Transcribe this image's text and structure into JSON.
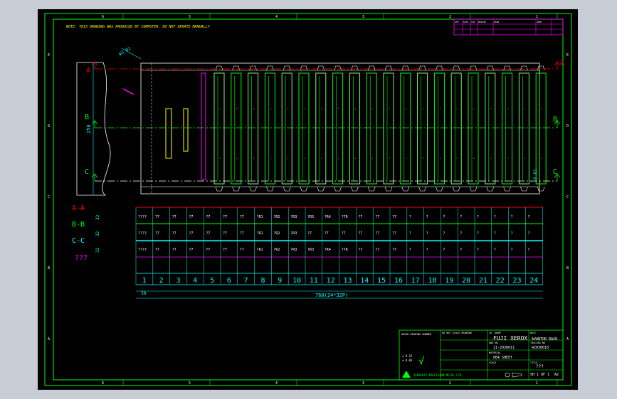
{
  "drawing": {
    "note": "NOTE: THIS DRAWING WAS PRODUCED BY COMPUTER. DO NOT UPDATE MANUALLY",
    "dim_top": "φ3.02",
    "dim_height": "250",
    "dim_right": "8.83",
    "dim_left_small": "38",
    "dim_total": "768(24*32P)",
    "section_labels_main": [
      "A",
      "B",
      "C"
    ],
    "section_labels_table": [
      "A-A",
      "B-B",
      "C-C",
      "???"
    ],
    "table_spacing": [
      "32",
      "32",
      "32"
    ],
    "slot_numbers": [
      "1",
      "2",
      "3",
      "4",
      "5",
      "6",
      "7",
      "8",
      "9",
      "10",
      "11",
      "12",
      "13",
      "14",
      "15",
      "16",
      "17",
      "18",
      "19",
      "20",
      "21",
      "22",
      "23",
      "24"
    ],
    "row_a_codes": [
      "????",
      "?7",
      "?7",
      "?7",
      "?7",
      "?7",
      "?7",
      "?R1",
      "?R2",
      "?R3",
      "?R3",
      "?R4",
      "?7R",
      "?7",
      "?7",
      "?7",
      "?",
      "?",
      "?",
      "?",
      "?",
      "?",
      "?",
      "?"
    ],
    "row_b_codes": [
      "????",
      "?7",
      "?7",
      "?7",
      "?7",
      "?7",
      "?7",
      "?R1",
      "?R2",
      "?R3",
      "?7",
      "?7",
      "?7",
      "?7",
      "?7",
      "?7",
      "?",
      "?",
      "?",
      "?",
      "?",
      "?",
      "?",
      "?"
    ],
    "row_c_codes": [
      "????",
      "?7",
      "?7",
      "?7",
      "?7",
      "?7",
      "?7",
      "?R1",
      "?R2",
      "?R3",
      "?R3",
      "?R4",
      "?7R",
      "?7",
      "?7",
      "?7",
      "?",
      "?",
      "?",
      "?",
      "?",
      "?",
      "?",
      "?"
    ],
    "zone_top": [
      "6",
      "5",
      "4",
      "3",
      "2",
      "1"
    ],
    "zone_side": [
      "E",
      "D",
      "C",
      "B",
      "A"
    ]
  },
  "revision_table": {
    "headers": [
      "SYM",
      "DATE",
      "CHG",
      "REASON",
      "DSGN",
      "APPR"
    ]
  },
  "title_block": {
    "standard": "BASED DRAWING NUMBER",
    "do_not_scale": "DO NOT SCALE DRAWING",
    "company_label": "CO. NAME",
    "company": "FUJI XEROX",
    "desc_label": "DESC",
    "desc": "AVANTOR RACK",
    "drawing_no_label": "DWG NO",
    "drawing_no": "11-2030011",
    "tooling_label": "TOOLING NO",
    "tooling_no": "42030010",
    "material_label": "MATERIAL",
    "material": "064 SHEET",
    "title_label": "TITLE",
    "title": "???",
    "sheet": "SH 1 OF 1",
    "size": "A2",
    "maker": "ALMIGHTY PRECISION METAL LTD.",
    "checkmark": "√",
    "tolerance_1": "± 0.15",
    "tolerance_2": "± 0.03",
    "scale_label": "SCALE"
  },
  "colors": {
    "frame": "#00ff00",
    "section_line": "#ff0000",
    "dimension": "#00ffff",
    "text": "#ffffff",
    "magenta": "#ff00ff",
    "yellow": "#ffff00",
    "background": "#000000"
  }
}
